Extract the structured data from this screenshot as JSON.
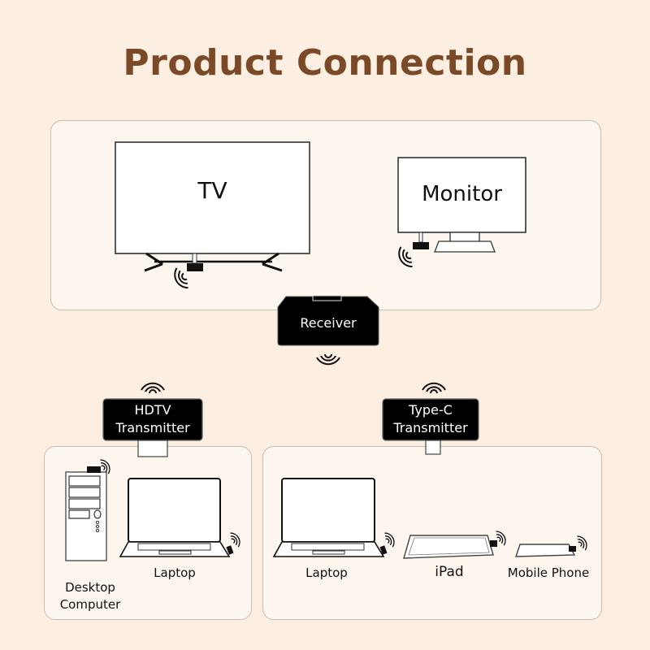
{
  "title": "Product Connection",
  "colors": {
    "background": "#fcefe1",
    "panel": "#fdf6ef",
    "title": "#7a4a28",
    "device_box": "#000000"
  },
  "displays": {
    "tv": {
      "label": "TV"
    },
    "monitor": {
      "label": "Monitor"
    }
  },
  "receiver": {
    "label": "Receiver"
  },
  "transmitters": [
    {
      "line1": "HDTV",
      "line2": "Transmitter"
    },
    {
      "line1": "Type-C",
      "line2": "Transmitter"
    }
  ],
  "sources_left": [
    {
      "line1": "Desktop",
      "line2": "Computer"
    },
    {
      "label": "Laptop"
    }
  ],
  "sources_right": [
    {
      "label": "Laptop"
    },
    {
      "label": "iPad"
    },
    {
      "label": "Mobile Phone"
    }
  ],
  "icons": [
    "wifi-signal-icon",
    "tv-icon",
    "monitor-icon",
    "receiver-icon",
    "hdmi-plug-icon",
    "usb-c-plug-icon",
    "desktop-tower-icon",
    "laptop-icon",
    "tablet-icon",
    "phone-icon"
  ]
}
